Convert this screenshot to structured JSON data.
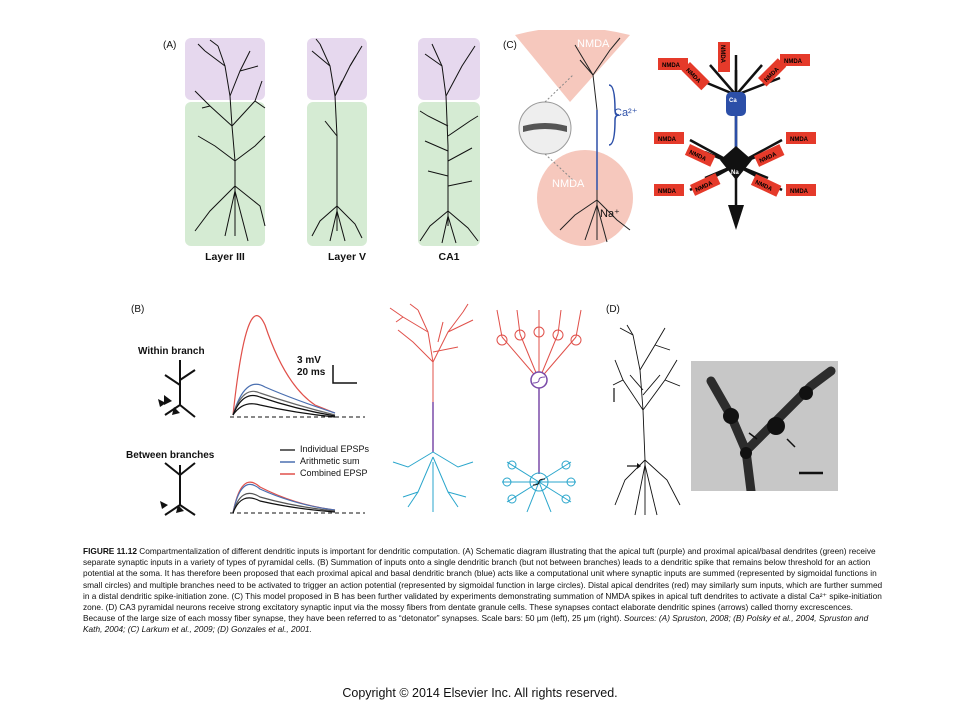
{
  "panel_a": {
    "label": "(A)",
    "columns": [
      {
        "label": "Layer III"
      },
      {
        "label": "Layer V"
      },
      {
        "label": "CA1"
      }
    ],
    "colors": {
      "apical_tuft": "#e6d8ee",
      "proximal": "#d5ebd3"
    }
  },
  "panel_b": {
    "label": "(B)",
    "within_label": "Within branch",
    "between_label": "Between branches",
    "scale_mv": "3 mV",
    "scale_ms": "20 ms",
    "legend": [
      {
        "text": "Individual EPSPs",
        "color": "#333333"
      },
      {
        "text": "Arithmetic sum",
        "color": "#4a6fb0"
      },
      {
        "text": "Combined EPSP",
        "color": "#e0504a"
      }
    ]
  },
  "panel_c": {
    "label": "(C)",
    "nmda_top": "NMDA",
    "nmda_bottom": "NMDA",
    "ca": "Ca",
    "na": "Na",
    "ca_plus": "Ca²⁺",
    "na_plus": "Na⁺",
    "box_label": "NMDA",
    "colors": {
      "fan": "#f6c8bd",
      "box": "#e53a2a",
      "box_text": "#ffe34d",
      "ca_node": "#2c4fa8"
    }
  },
  "panel_d": {
    "label": "(D)"
  },
  "caption": {
    "figure_number": "FIGURE 11.12",
    "body": "Compartmentalization of different dendritic inputs is important for dendritic computation. (A) Schematic diagram illustrating that the apical tuft (purple) and proximal apical/basal dendrites (green) receive separate synaptic inputs in a variety of types of pyramidal cells. (B) Summation of inputs onto a single dendritic branch (but not between branches) leads to a dendritic spike that remains below threshold for an action potential at the soma. It has therefore been proposed that each proximal apical and basal dendritic branch (blue) acts like a computational unit where synaptic inputs are summed (represented by sigmoidal functions in small circles) and multiple branches need to be activated to trigger an action potential (represented by sigmoidal function in large circles). Distal apical dendrites (red) may similarly sum inputs, which are further summed in a distal dendritic spike-initiation zone. (C) This model proposed in B has been further validated by experiments demonstrating summation of NMDA spikes in apical tuft dendrites to activate a distal Ca²⁺ spike-initiation zone. (D) CA3 pyramidal neurons receive strong excitatory synaptic input via the mossy fibers from dentate granule cells. These synapses contact elaborate dendritic spines (arrows) called thorny excrescences. Because of the large size of each mossy fiber synapse, they have been referred to as “detonator” synapses. Scale bars: 50 μm (left), 25 μm (right).",
    "sources": "Sources: (A) Spruston, 2008; (B) Polsky et al., 2004, Spruston and Kath, 2004; (C) Larkum et al., 2009; (D) Gonzales et al., 2001."
  },
  "copyright": "Copyright © 2014 Elsevier Inc. All rights reserved."
}
